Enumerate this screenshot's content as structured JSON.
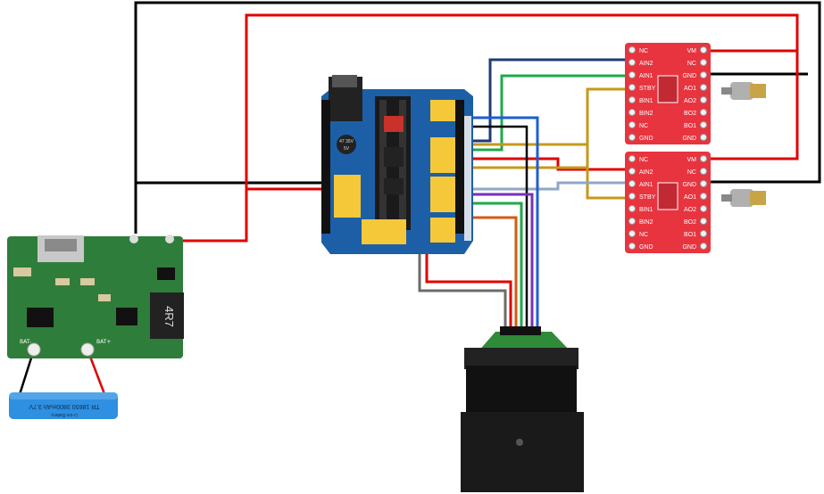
{
  "driver_pins": {
    "left": [
      "NC",
      "AIN2",
      "AIN1",
      "STBY",
      "BIN1",
      "BIN2",
      "NC",
      "GND"
    ],
    "right": [
      "VM",
      "NC",
      "GND",
      "AO1",
      "AO2",
      "BO2",
      "BO1",
      "GND"
    ]
  },
  "boost_module": {
    "inductor_label": "4R7",
    "pad_labels": [
      "BAT-",
      "BAT+"
    ]
  },
  "battery": {
    "label": "TR 18650 3800mAh 3.7V",
    "sub_label": "Li-ion Battery"
  },
  "nano_shield": {
    "capacitor_label": "47 35V",
    "regulator_label": "5V"
  },
  "colors": {
    "wire_black": "#000000",
    "wire_red": "#e00000",
    "wire_navy": "#1f3b73",
    "wire_green": "#1fa84a",
    "wire_gold": "#c59a19",
    "wire_lightblue": "#8fa7c7",
    "wire_purple": "#7a2fb8",
    "wire_orange": "#d45a12",
    "wire_gray": "#6b6b6b",
    "wire_blue": "#1e5fd0",
    "driver_board": "#e8343f",
    "shield_board": "#1d5fa6",
    "boost_board": "#2f7d3a",
    "battery": "#2f8fe0",
    "header_yellow": "#f5c83a"
  }
}
